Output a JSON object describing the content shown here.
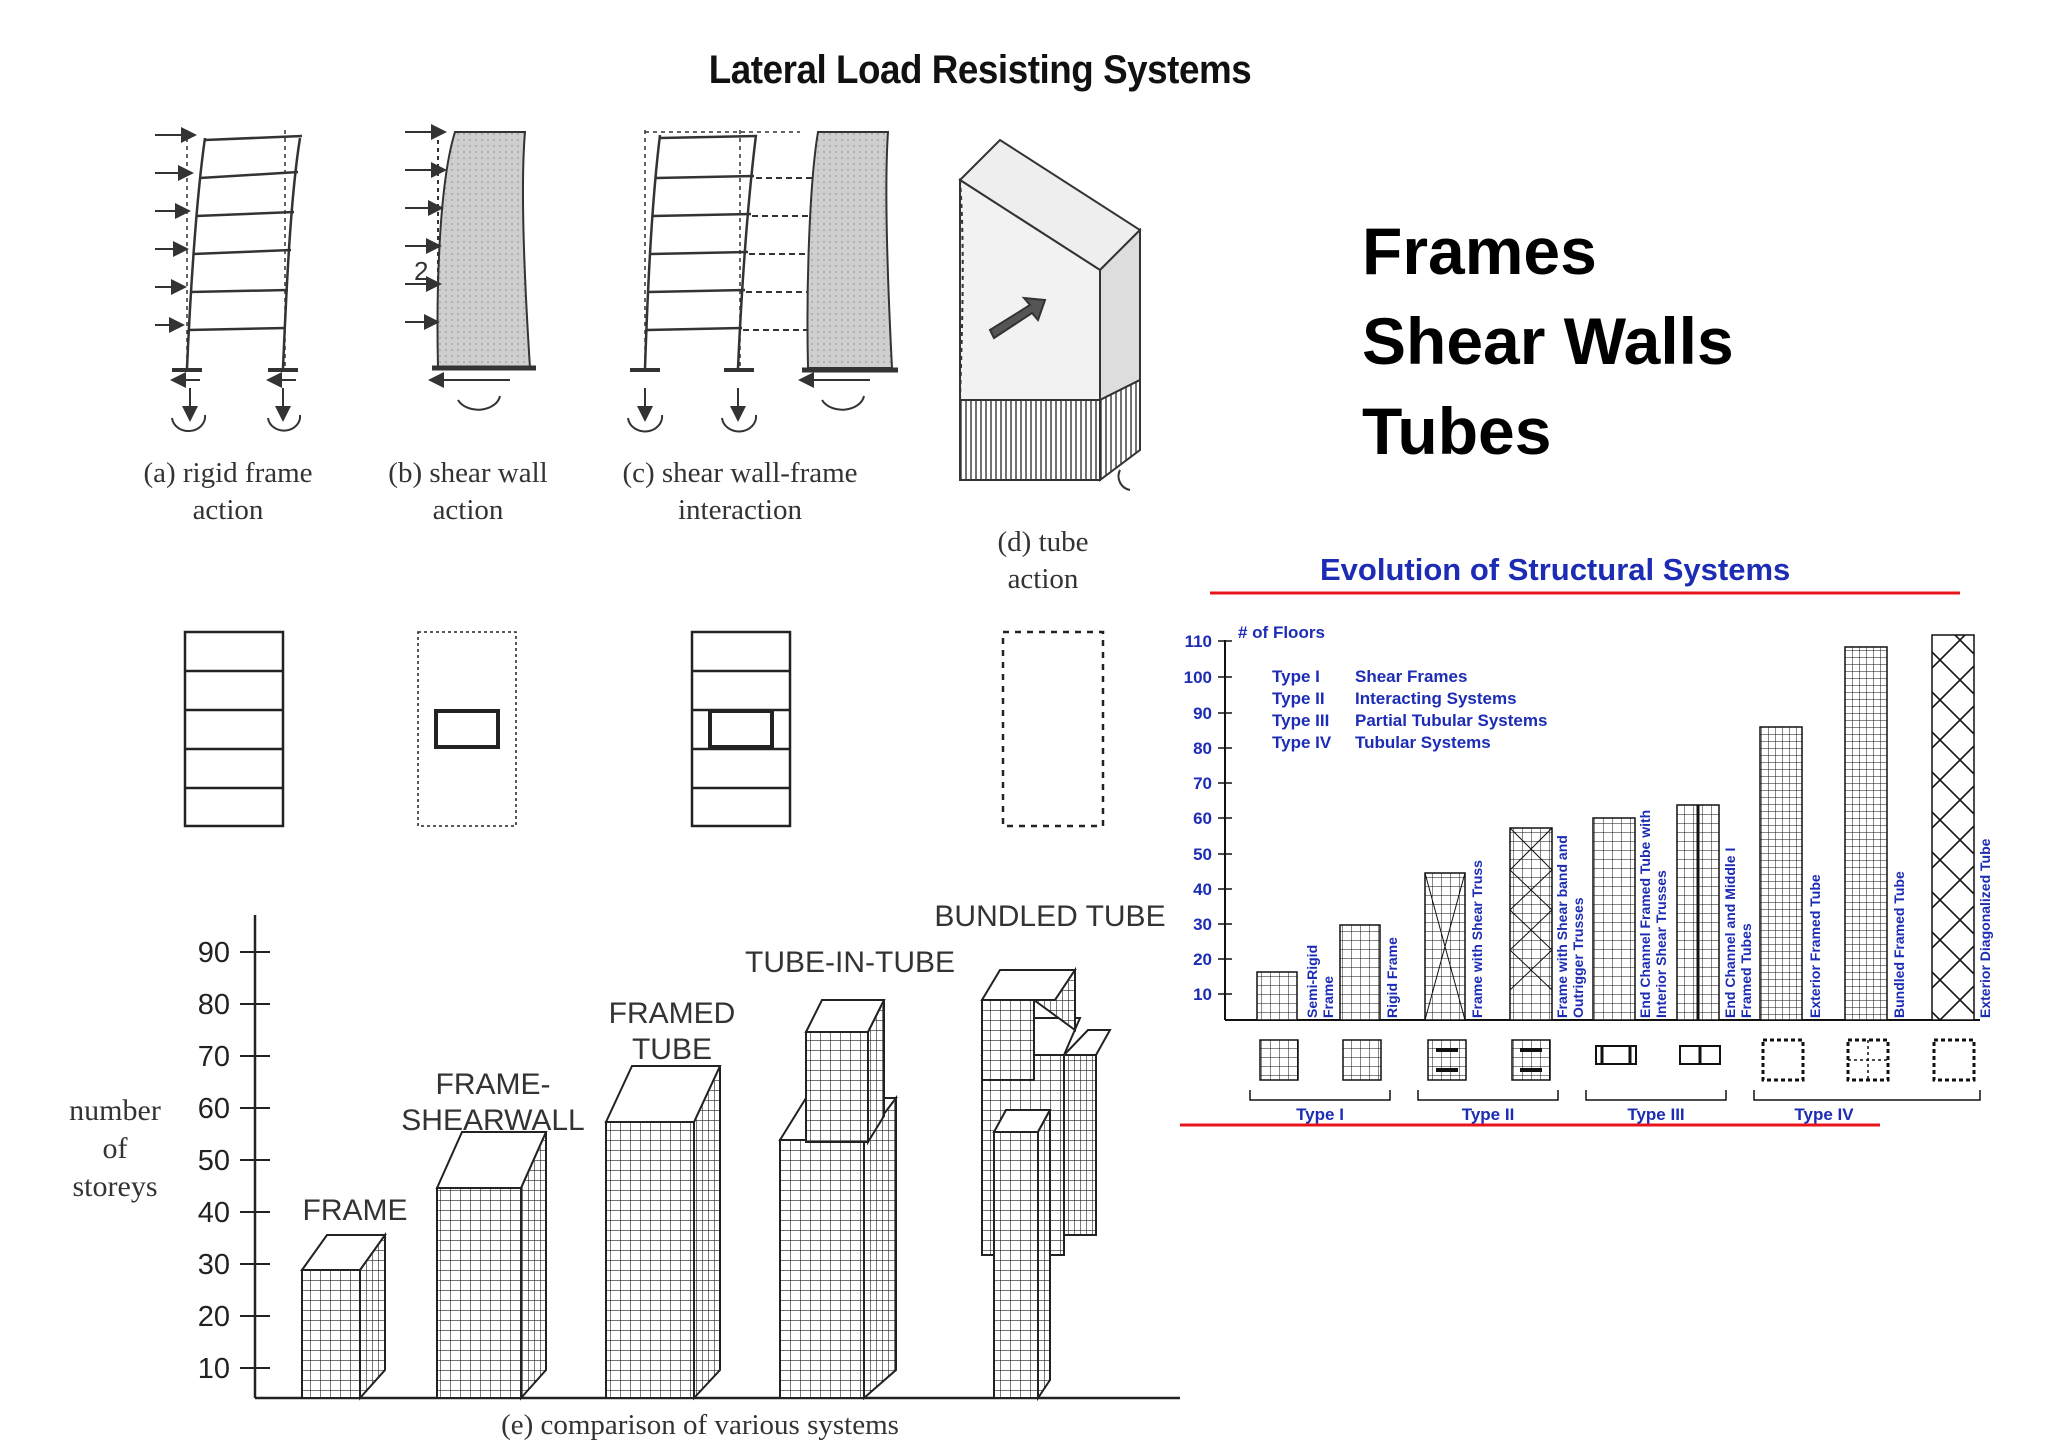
{
  "page_title": "Lateral Load Resisting Systems",
  "headline": [
    "Frames",
    "Shear Walls",
    "Tubes"
  ],
  "actions": {
    "a": [
      "(a) rigid frame",
      "action"
    ],
    "b": [
      "(b) shear wall",
      "action"
    ],
    "c": [
      "(c) shear wall-frame",
      "interaction"
    ],
    "d": [
      "(d) tube",
      "action"
    ],
    "b_mark": "2"
  },
  "comparison": {
    "caption": "(e) comparison of various systems",
    "axis_label": [
      "number",
      "of",
      "storeys"
    ],
    "ticks": [
      "90",
      "80",
      "70",
      "60",
      "50",
      "40",
      "30",
      "20",
      "10"
    ],
    "systems": [
      "FRAME",
      "FRAME-",
      "SHEARWALL",
      "FRAMED",
      "TUBE",
      "TUBE-IN-TUBE",
      "BUNDLED TUBE"
    ]
  },
  "evolution": {
    "title": "Evolution of Structural Systems",
    "y_axis_label": "# of Floors",
    "ticks": [
      "110",
      "100",
      "90",
      "80",
      "70",
      "60",
      "50",
      "40",
      "30",
      "20",
      "10"
    ],
    "type_legend": [
      {
        "type": "Type I",
        "name": "Shear Frames"
      },
      {
        "type": "Type II",
        "name": "Interacting Systems"
      },
      {
        "type": "Type III",
        "name": "Partial Tubular Systems"
      },
      {
        "type": "Type IV",
        "name": "Tubular Systems"
      }
    ],
    "bar_labels": [
      "Semi-Rigid",
      "Frame",
      "Rigid Frame",
      "Frame with Shear Truss",
      "Frame with Shear band and",
      "Outrigger Trusses",
      "End Channel Framed Tube with",
      "Interior Shear Trusses",
      "End Channel and Middle I",
      "Framed Tubes",
      "Exterior Framed Tube",
      "Bundled Framed Tube",
      "Exterior Diagonalized Tube"
    ],
    "groups": [
      "Type I",
      "Type II",
      "Type III",
      "Type IV"
    ],
    "accent": "#e8141c",
    "text_color": "#1c2cb4"
  }
}
